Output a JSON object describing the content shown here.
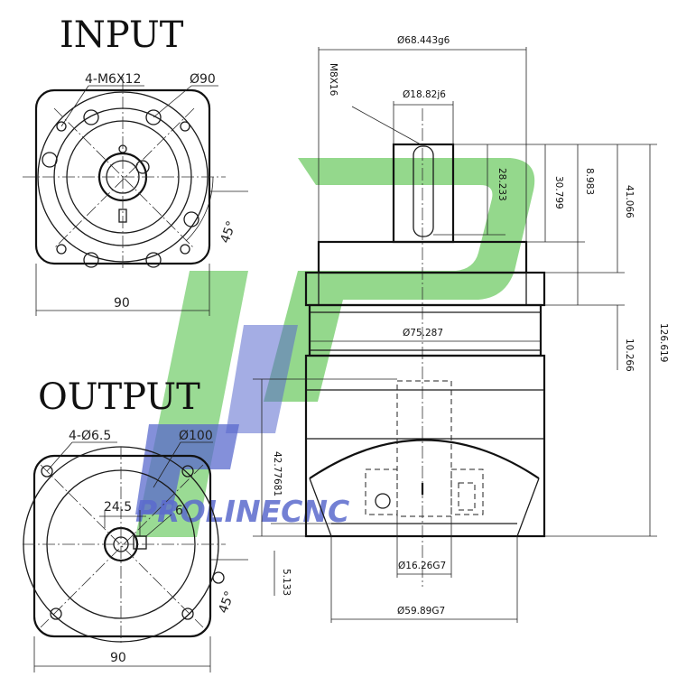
{
  "headings": {
    "input": "INPUT",
    "output": "OUTPUT"
  },
  "input_view": {
    "bolts": "4-M6X12",
    "pcd": "Ø90",
    "angle": "45°",
    "width": "90"
  },
  "output_view": {
    "bolts": "4-Ø6.5",
    "pcd": "Ø100",
    "shaft_height": "24.5",
    "key_width": "6",
    "angle": "45°",
    "width": "90"
  },
  "side_view": {
    "body_dia": "Ø68.443g6",
    "tap": "M8X16",
    "shaft_dia": "Ø18.82j6",
    "shaft_len": "28.233",
    "dim_30": "30.799",
    "dim_8": "8.983",
    "dim_41": "41.066",
    "flange_dia": "Ø75.287",
    "dim_10": "10.266",
    "overall": "126.619",
    "dim_42": "42.77681",
    "bore_dia": "Ø16.26G7",
    "dim_5": "5.133",
    "pilot_dia": "Ø59.89G7"
  },
  "watermark": {
    "text": "PROLINECNC",
    "color_green": "#55c24a",
    "color_blue": "#3d4fc4"
  }
}
